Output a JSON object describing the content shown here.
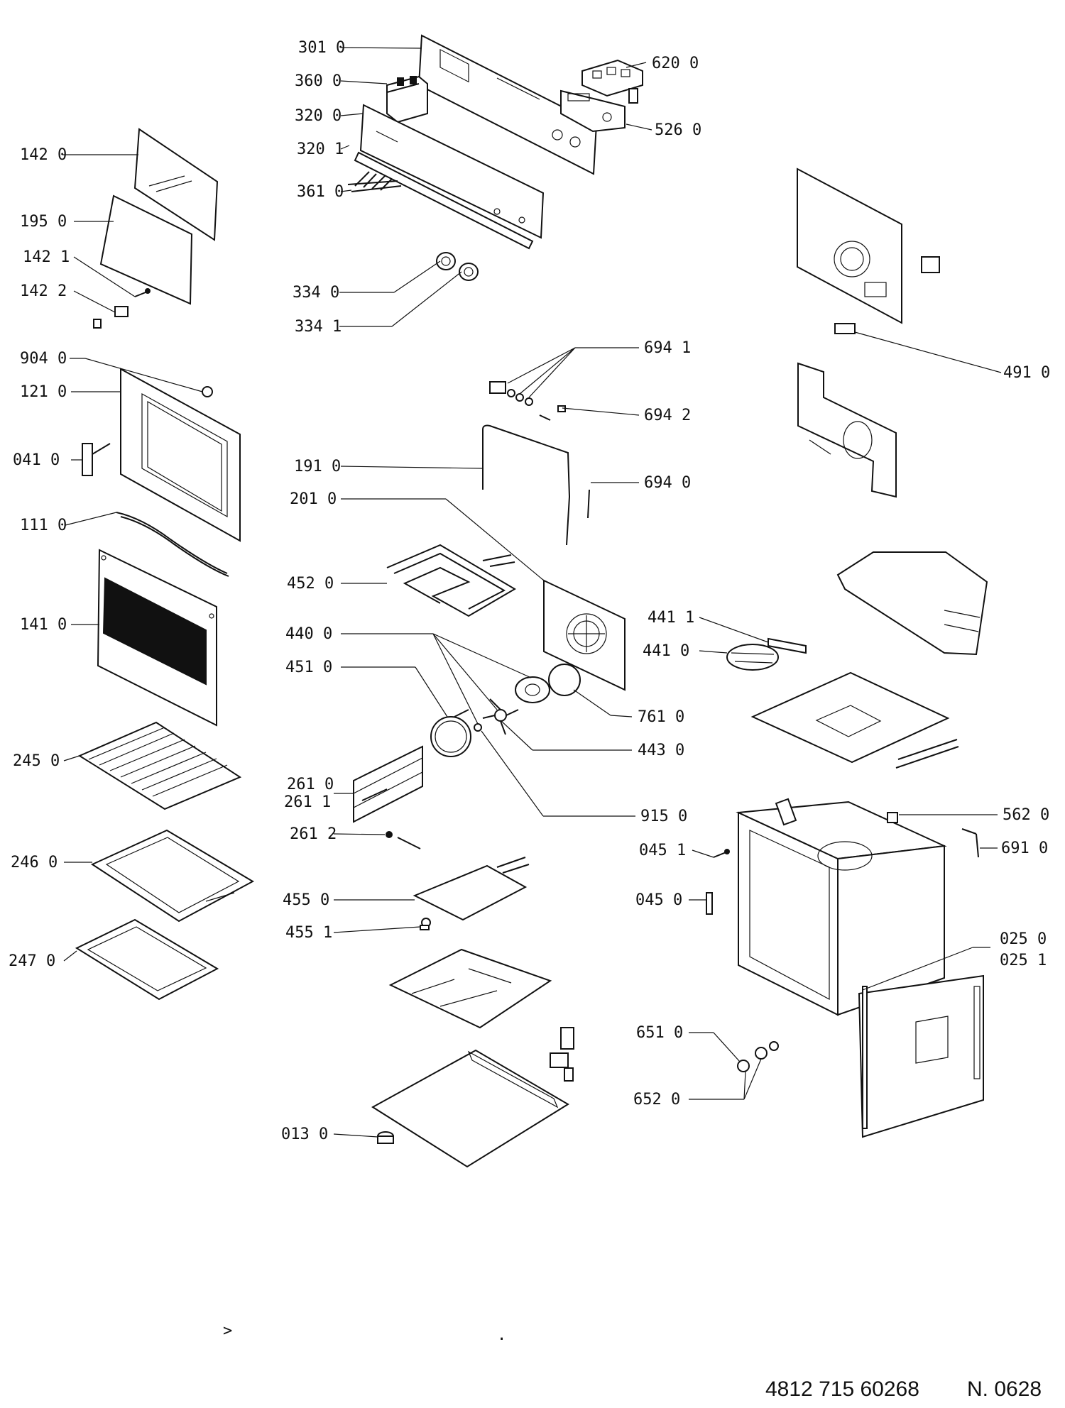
{
  "callouts": {
    "c301_0": "301 0",
    "c360_0": "360 0",
    "c320_0": "320 0",
    "c320_1": "320 1",
    "c361_0": "361 0",
    "c620_0": "620 0",
    "c526_0": "526 0",
    "c142_0": "142 0",
    "c195_0": "195 0",
    "c142_1": "142 1",
    "c142_2": "142 2",
    "c334_0": "334 0",
    "c334_1": "334 1",
    "c904_0": "904 0",
    "c121_0": "121 0",
    "c041_0": "041 0",
    "c111_0": "111 0",
    "c141_0": "141 0",
    "c694_1": "694 1",
    "c694_2": "694 2",
    "c694_0": "694 0",
    "c491_0": "491 0",
    "c191_0": "191 0",
    "c201_0": "201 0",
    "c452_0": "452 0",
    "c440_0": "440 0",
    "c451_0": "451 0",
    "c441_1": "441 1",
    "c441_0": "441 0",
    "c761_0": "761 0",
    "c443_0": "443 0",
    "c245_0": "245 0",
    "c261_0": "261 0",
    "c261_1": "261 1",
    "c261_2": "261 2",
    "c915_0": "915 0",
    "c562_0": "562 0",
    "c045_1": "045 1",
    "c691_0": "691 0",
    "c246_0": "246 0",
    "c455_0": "455 0",
    "c045_0": "045 0",
    "c455_1": "455 1",
    "c025_0": "025 0",
    "c025_1": "025 1",
    "c247_0": "247 0",
    "c651_0": "651 0",
    "c652_0": "652 0",
    "c013_0": "013 0"
  },
  "footer": {
    "part_number": "4812 715 60268",
    "sheet": "N. 0628"
  },
  "stray_marks": {
    "mark_1": ">",
    "mark_2": "."
  }
}
